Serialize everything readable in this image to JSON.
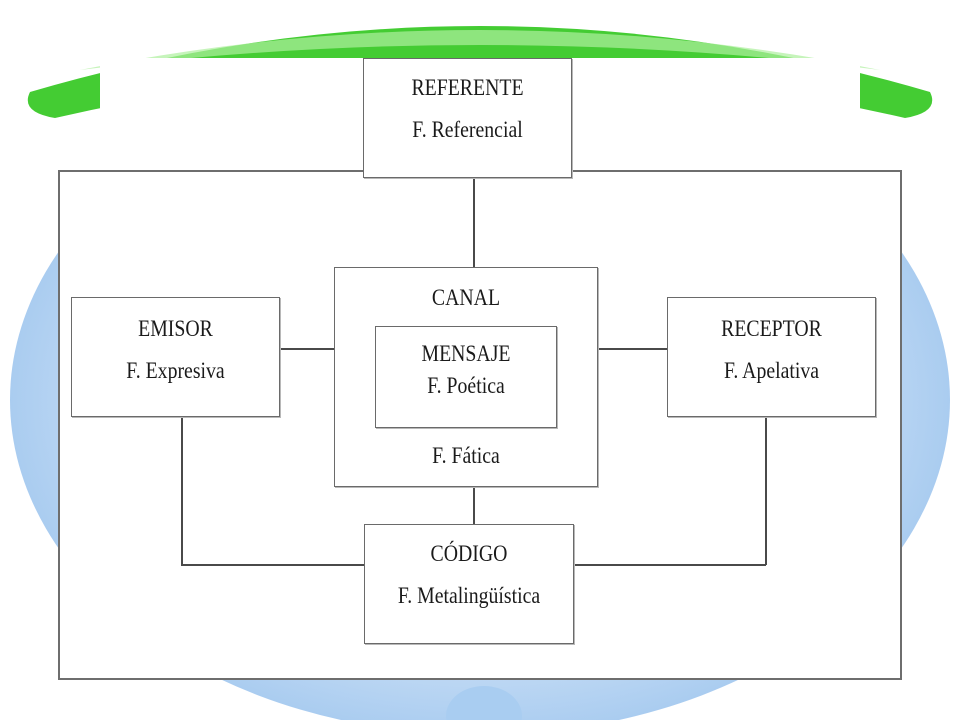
{
  "referente": {
    "name": "REFERENTE",
    "function": "F. Referencial"
  },
  "emisor": {
    "name": "EMISOR",
    "function": "F. Expresiva"
  },
  "canal": {
    "name": "CANAL",
    "function": "F. Fática"
  },
  "mensaje": {
    "name": "MENSAJE",
    "function": "F. Poética"
  },
  "receptor": {
    "name": "RECEPTOR",
    "function": "F. Apelativa"
  },
  "codigo": {
    "name": "CÓDIGO",
    "function": "F. Metalingüística"
  },
  "colors": {
    "background_shape": "#c7def6",
    "background_shape_light": "#eaf3fd",
    "green_band": "#44cc33",
    "frame_border": "#6e6e6e",
    "line": "#4a4a4a"
  }
}
